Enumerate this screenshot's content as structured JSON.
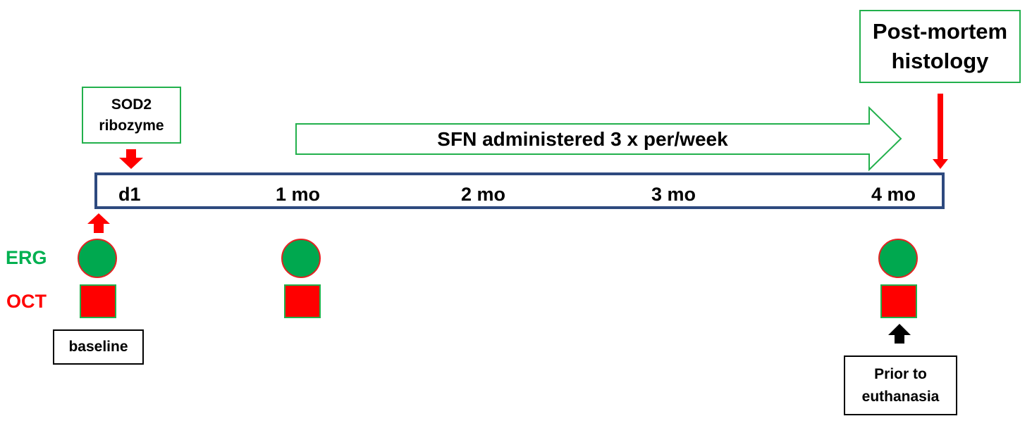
{
  "boxes": {
    "postmortem": [
      "Post-mortem",
      "histology"
    ],
    "sod2": [
      "SOD2",
      "ribozyme"
    ],
    "baseline": "baseline",
    "prior": [
      "Prior to",
      "euthanasia"
    ]
  },
  "treatment_arrow": {
    "label": "SFN administered 3 x per/week"
  },
  "timeline": {
    "ticks": [
      "d1",
      "1 mo",
      "2 mo",
      "3 mo",
      "4 mo"
    ]
  },
  "rows": {
    "erg": "ERG",
    "oct": "OCT"
  },
  "colors": {
    "green": "#22b04c",
    "red": "#ff0000",
    "timeline_border": "#2e4a7f",
    "erg_label": "#00b050",
    "oct_label": "#ff0000"
  }
}
